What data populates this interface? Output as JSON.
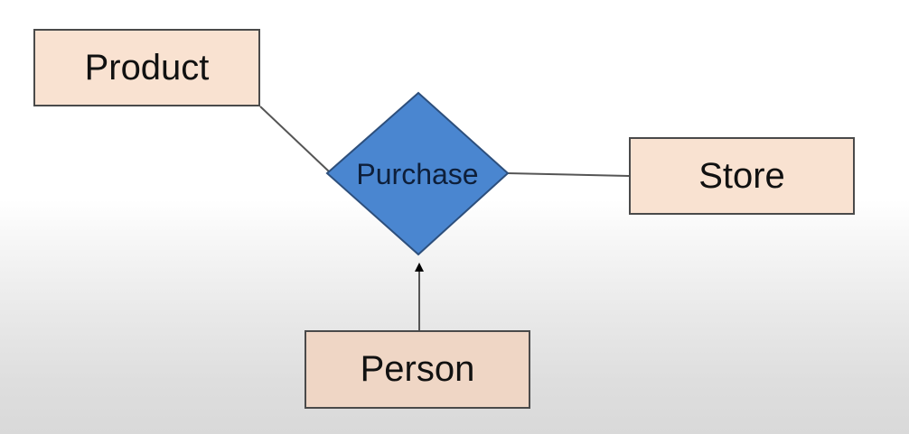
{
  "entities": {
    "product": {
      "label": "Product"
    },
    "store": {
      "label": "Store"
    },
    "person": {
      "label": "Person"
    }
  },
  "relationship": {
    "label": "Purchase"
  },
  "colors": {
    "entity_fill": "#f9e2d1",
    "person_fill": "#efd6c5",
    "relationship_fill": "#4a86d0",
    "relationship_border": "#2d4f7c",
    "connector": "#555555"
  }
}
